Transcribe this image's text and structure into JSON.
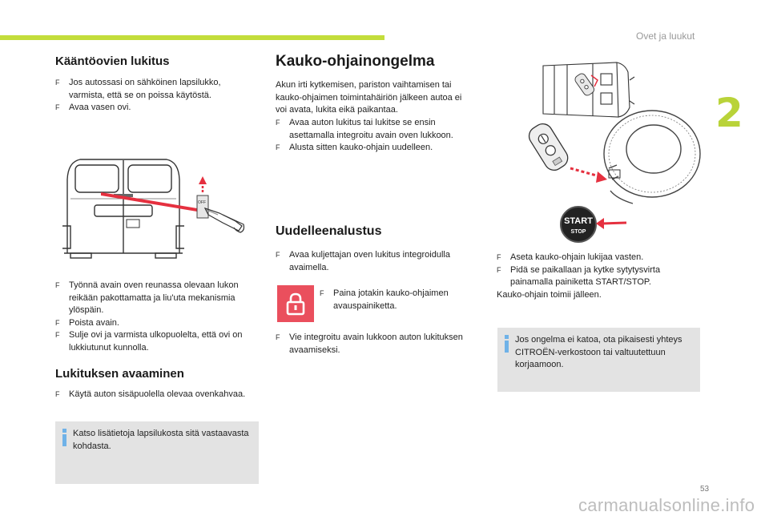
{
  "header": {
    "section_title": "Ovet ja luukut",
    "chapter_number": "2"
  },
  "left": {
    "title": "Kääntöovien lukitus",
    "intro_bullets": [
      "Jos autossasi on sähköinen lapsilukko, varmista, että se on poissa käytöstä.",
      "Avaa vasen ovi."
    ],
    "steps": [
      "Työnnä avain oven reunassa olevaan lukon reikään pakottamatta ja liu'uta mekanismia ylöspäin.",
      "Poista avain.",
      "Sulje ovi ja varmista ulkopuolelta, että ovi on lukkiutunut kunnolla."
    ],
    "unlock_title": "Lukituksen avaaminen",
    "unlock_bullets": [
      "Käytä auton sisäpuolella olevaa ovenkahvaa."
    ],
    "info_text": "Katso lisätietoja lapsilukosta sitä vastaavasta kohdasta.",
    "figure": {
      "off_label": "OFF"
    }
  },
  "middle": {
    "title": "Kauko-ohjainongelma",
    "intro": "Akun irti kytkemisen, pariston vaihtamisen tai kauko-ohjaimen toimintahäiriön jälkeen autoa ei voi avata, lukita eikä paikantaa.",
    "bullets": [
      "Avaa auton lukitus tai lukitse se ensin asettamalla integroitu avain oven lukkoon.",
      "Alusta sitten kauko-ohjain uudelleen."
    ],
    "reset_title": "Uudelleenalustus",
    "reset_bullets": [
      "Avaa kuljettajan oven lukitus integroidulla avaimella."
    ],
    "lock_icon_bullet": "Paina jotakin kauko-ohjaimen avauspainiketta.",
    "final_bullet": "Vie integroitu avain lukkoon auton lukituksen avaamiseksi."
  },
  "right": {
    "start_line1": "START",
    "start_line2": "STOP",
    "bullets": [
      "Aseta kauko-ohjain lukijaa vasten.",
      "Pidä se paikallaan ja kytke sytytysvirta painamalla painiketta START/STOP."
    ],
    "result": "Kauko-ohjain toimii jälleen.",
    "info_text": "Jos ongelma ei katoa, ota pikaisesti yhteys CITROËN-verkostoon tai valtuutettuun korjaamoon."
  },
  "footer": {
    "page_number": "53",
    "watermark": "carmanualsonline.info"
  },
  "colors": {
    "accent_green": "#c3dd3b",
    "alert_red": "#e5303f",
    "info_blue": "#6fb2e8",
    "infobox_gray": "#e3e3e3"
  }
}
